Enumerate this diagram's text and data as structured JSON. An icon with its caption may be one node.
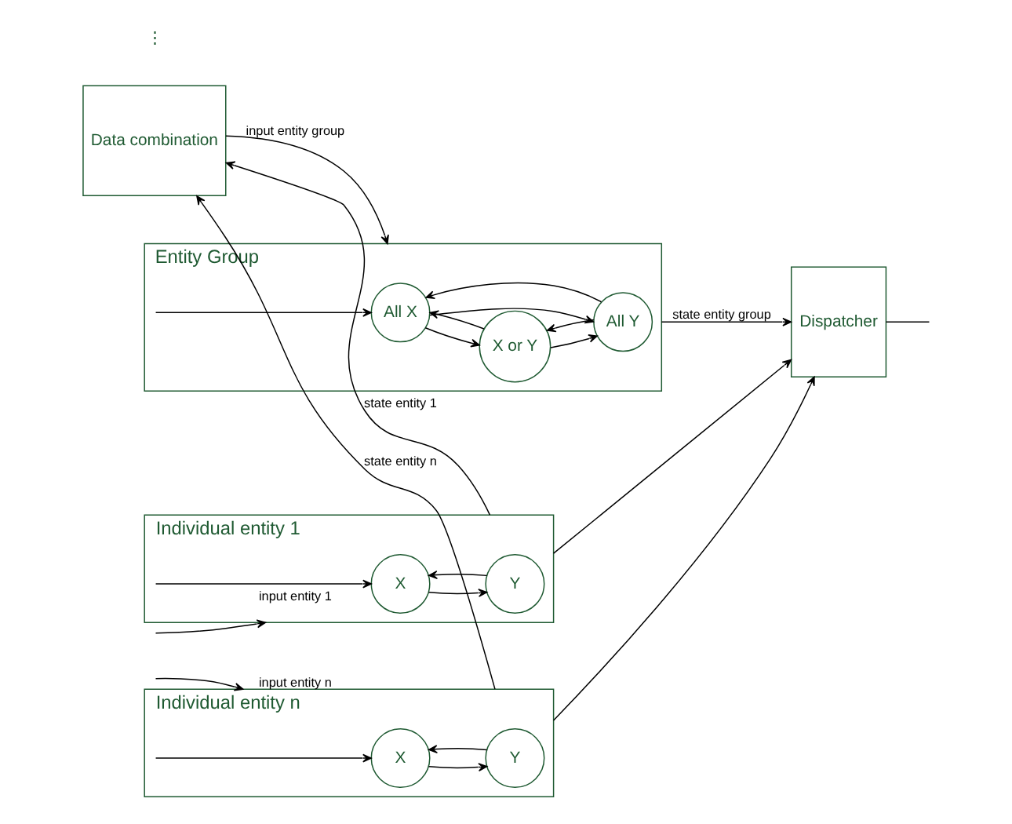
{
  "diagram": {
    "nodes": [
      {
        "text": [
          "Data combination"
        ]
      },
      {
        "text": [
          "Entity Group"
        ]
      },
      {
        "text": [
          "All X"
        ],
        "in": 1
      },
      {
        "text": [
          "X or Y"
        ],
        "in": 1
      },
      {
        "text": [
          "All Y"
        ],
        "in": 1
      },
      {
        "text": [
          "Dispatcher"
        ]
      },
      {
        "text": [
          "Individual entity 1"
        ]
      },
      {
        "text": [
          "X"
        ],
        "in": 6
      },
      {
        "text": [
          "Y"
        ],
        "in": 6
      },
      {
        "text": [
          "Individual entity n"
        ]
      },
      {
        "text": [
          "X"
        ],
        "in": 9
      },
      {
        "text": [
          "Y"
        ],
        "in": 9
      }
    ],
    "edges": [
      {
        "from": 0,
        "to": 1,
        "arrow": "to",
        "label": "input entity group"
      },
      {
        "from": null,
        "to": 2,
        "arrow": "to"
      },
      {
        "from": 2,
        "to": 3,
        "arrow": "to"
      },
      {
        "from": 3,
        "to": 2,
        "arrow": "to"
      },
      {
        "from": 3,
        "to": 4,
        "arrow": "to"
      },
      {
        "from": 4,
        "to": 3,
        "arrow": "to"
      },
      {
        "from": 2,
        "to": 4,
        "arrow": "to"
      },
      {
        "from": 4,
        "to": 2,
        "arrow": "to"
      },
      {
        "from": 1,
        "to": 5,
        "arrow": "to",
        "label": "state entity group"
      },
      {
        "from": 5,
        "to": null,
        "arrow": "none"
      },
      {
        "from": null,
        "to": 6,
        "arrow": "to",
        "label": "input entity 1"
      },
      {
        "from": null,
        "to": 7,
        "arrow": "to"
      },
      {
        "from": 7,
        "to": 8,
        "arrow": "to"
      },
      {
        "from": 8,
        "to": 7,
        "arrow": "to"
      },
      {
        "from": 6,
        "to": 0,
        "arrow": "to",
        "label": "state entity 1"
      },
      {
        "from": 6,
        "to": 5,
        "arrow": "to"
      },
      {
        "from": null,
        "to": 9,
        "arrow": "to",
        "label": "input entity n"
      },
      {
        "from": null,
        "to": 10,
        "arrow": "to"
      },
      {
        "from": 10,
        "to": 11,
        "arrow": "to"
      },
      {
        "from": 11,
        "to": 10,
        "arrow": "to"
      },
      {
        "from": 9,
        "to": 0,
        "arrow": "to",
        "label": "state entity n"
      },
      {
        "from": 9,
        "to": 5,
        "arrow": "to"
      }
    ],
    "labels": [
      "⋮"
    ]
  }
}
